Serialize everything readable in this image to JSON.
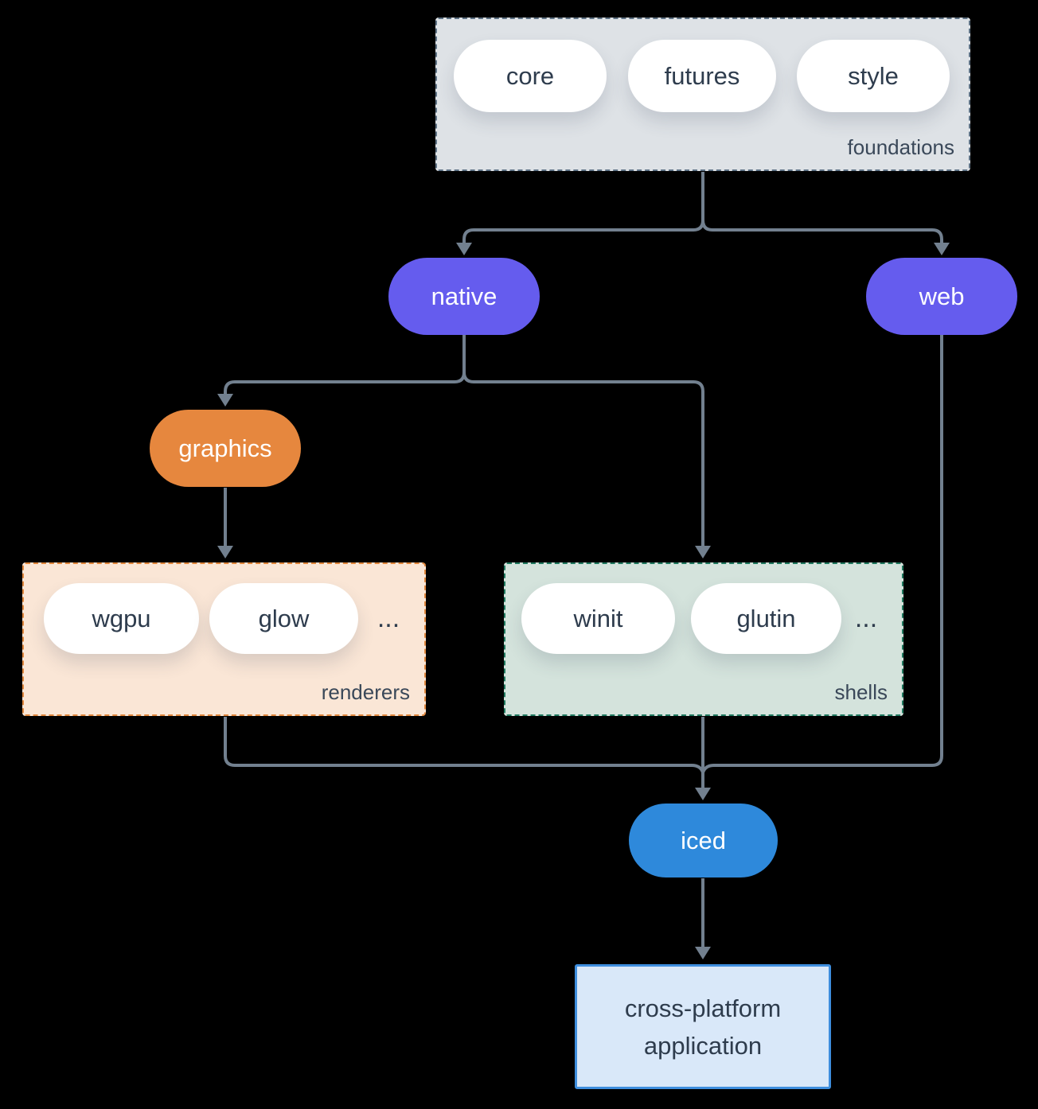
{
  "diagram": {
    "background_color": "#000000",
    "edge_color": "#72808F",
    "groups": {
      "foundations": {
        "label": "foundations",
        "fill_color": "#DEE2E6",
        "border_color": "#5E7285",
        "items": [
          "core",
          "futures",
          "style"
        ]
      },
      "renderers": {
        "label": "renderers",
        "fill_color": "#FAE6D6",
        "border_color": "#E0873D",
        "items": [
          "wgpu",
          "glow"
        ],
        "ellipsis": "..."
      },
      "shells": {
        "label": "shells",
        "fill_color": "#D4E3DC",
        "border_color": "#20795F",
        "items": [
          "winit",
          "glutin"
        ],
        "ellipsis": "..."
      }
    },
    "nodes": {
      "native": {
        "label": "native",
        "fill_color": "#655CEE"
      },
      "web": {
        "label": "web",
        "fill_color": "#655CEE"
      },
      "graphics": {
        "label": "graphics",
        "fill_color": "#E6873E"
      },
      "iced": {
        "label": "iced",
        "fill_color": "#2E89DB"
      },
      "application": {
        "line1": "cross-platform",
        "line2": "application",
        "fill_color": "#D9E8F9",
        "border_color": "#3E8EDE"
      }
    }
  }
}
